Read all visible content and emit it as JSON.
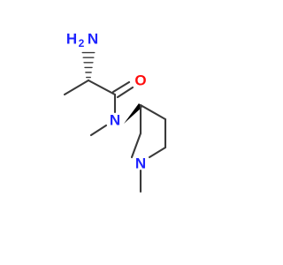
{
  "structure": {
    "atoms": {
      "amine_n": {
        "label": "H",
        "subscript": "2",
        "suffix": "N"
      },
      "carbonyl_o": {
        "label": "O"
      },
      "amide_n": {
        "label": "N"
      },
      "ring_n": {
        "label": "N"
      }
    },
    "colors": {
      "bond": "#3a3a3a",
      "nitrogen": "#1f24ff",
      "oxygen": "#ff0d0d",
      "wedge": "#000000",
      "background": "#ffffff"
    }
  }
}
